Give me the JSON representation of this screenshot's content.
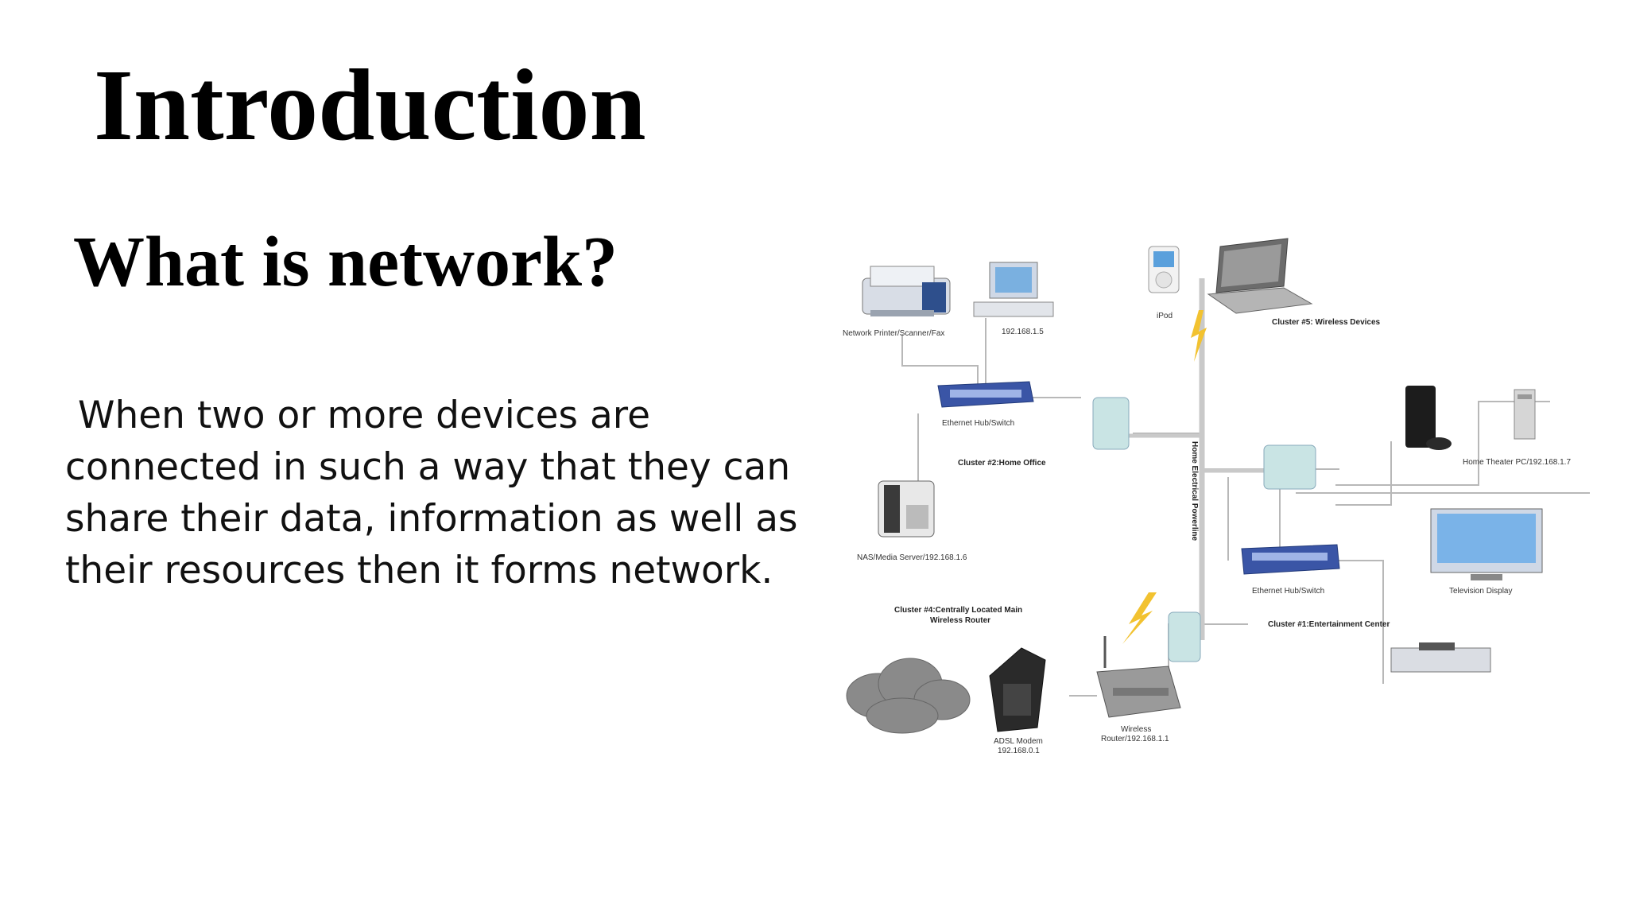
{
  "slide": {
    "title": "Introduction",
    "subtitle": "What is network?",
    "body_lines": [
      "When two or more devices are",
      "connected in such a way that they can",
      "share their data, information as well as",
      "their resources then it forms network."
    ]
  },
  "diagram": {
    "labels": {
      "printer": "Network Printer/Scanner/Fax",
      "pc": "192.168.1.5",
      "ipod": "iPod",
      "cluster5": "Cluster #5: Wireless Devices",
      "switch1": "Ethernet Hub/Switch",
      "cluster2": "Cluster #2:Home Office",
      "powerline": "Home Electrical Powerline",
      "theater_pc": "Home Theater PC/192.168.1.7",
      "nas": "NAS/Media Server/192.168.1.6",
      "switch2": "Ethernet Hub/Switch",
      "tv": "Television Display",
      "cluster4_l1": "Cluster #4:Centrally Located Main",
      "cluster4_l2": "Wireless Router",
      "cluster1": "Cluster #1:Entertainment Center",
      "modem_l1": "ADSL Modem",
      "modem_l2": "192.168.0.1",
      "router_l1": "Wireless",
      "router_l2": "Router/192.168.1.1"
    }
  }
}
